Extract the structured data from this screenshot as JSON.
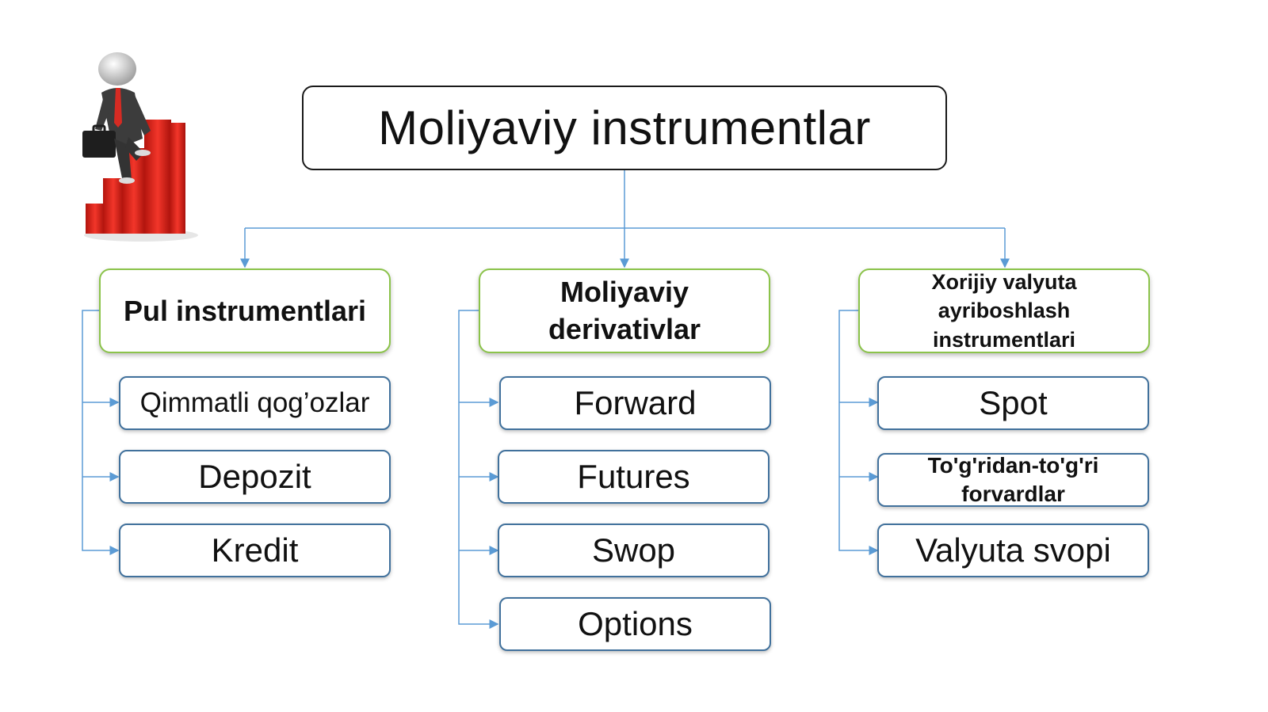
{
  "root": {
    "label": "Moliyaviy instrumentlar"
  },
  "categories": [
    {
      "label": "Pul instrumentlari",
      "items": [
        "Qimmatli qog’ozlar",
        "Depozit",
        "Kredit"
      ]
    },
    {
      "label": "Moliyaviy derivativlar",
      "items": [
        "Forward",
        "Futures",
        "Swop",
        "Options"
      ]
    },
    {
      "label": "Xorijiy valyuta ayriboshlash instrumentlari",
      "items": [
        "Spot",
        "To'g'ridan-to'g'ri forvardlar",
        "Valyuta svopi"
      ]
    }
  ],
  "colors": {
    "root_border": "#1a1a1a",
    "category_border": "#8bc34a",
    "leaf_border": "#41719c",
    "connector": "#5b9bd5",
    "bar_red": "#e0271d"
  },
  "icons": {
    "decoration": "businessman-climbing-bar-chart-icon"
  }
}
